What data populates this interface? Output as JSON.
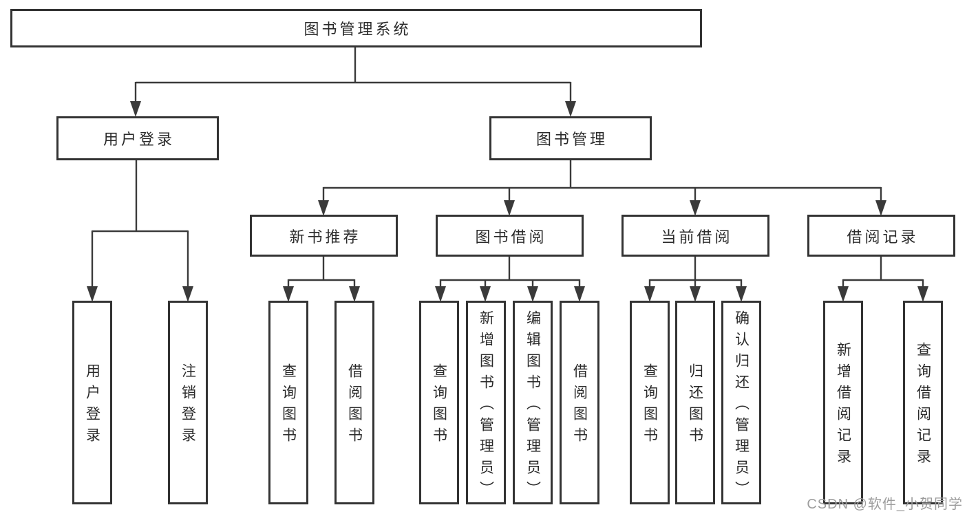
{
  "diagram": {
    "type": "tree",
    "root": {
      "label": "图书管理系统"
    },
    "branches": [
      {
        "label": "用户登录",
        "children": [
          {
            "label": "用户登录"
          },
          {
            "label": "注销登录"
          }
        ]
      },
      {
        "label": "图书管理",
        "children": [
          {
            "label": "新书推荐",
            "children": [
              {
                "label": "查询图书"
              },
              {
                "label": "借阅图书"
              }
            ]
          },
          {
            "label": "图书借阅",
            "children": [
              {
                "label": "查询图书"
              },
              {
                "label": "新增图书（管理员）"
              },
              {
                "label": "编辑图书（管理员）"
              },
              {
                "label": "借阅图书"
              }
            ]
          },
          {
            "label": "当前借阅",
            "children": [
              {
                "label": "查询图书"
              },
              {
                "label": "归还图书"
              },
              {
                "label": "确认归还（管理员）"
              }
            ]
          },
          {
            "label": "借阅记录",
            "children": [
              {
                "label": "新增借阅记录"
              },
              {
                "label": "查询借阅记录"
              }
            ]
          }
        ]
      }
    ]
  },
  "watermark": {
    "text": "CSDN @软件_小贺同学"
  },
  "colors": {
    "line_color": "#3a3a3a",
    "box_border": "#333333",
    "box_fill": "#ffffff",
    "text_color": "#2b2b2b",
    "watermark_color": "#9d9d9d",
    "background": "#ffffff"
  }
}
